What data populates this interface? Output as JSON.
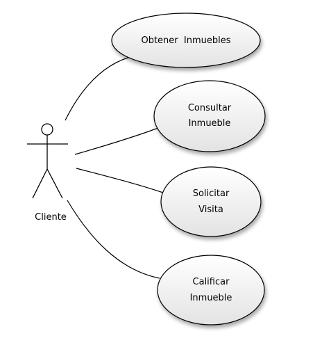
{
  "actor": {
    "name": "Cliente"
  },
  "use_cases": [
    {
      "lines": [
        "Obtener  Inmuebles"
      ]
    },
    {
      "lines": [
        "Consultar",
        "Inmueble"
      ]
    },
    {
      "lines": [
        "Solicitar",
        "Visita"
      ]
    },
    {
      "lines": [
        "Calificar",
        "Inmueble"
      ]
    }
  ],
  "colors": {
    "ellipse_fill_top": "#ffffff",
    "ellipse_fill_bottom": "#e6e6e6",
    "stroke": "#000000"
  }
}
